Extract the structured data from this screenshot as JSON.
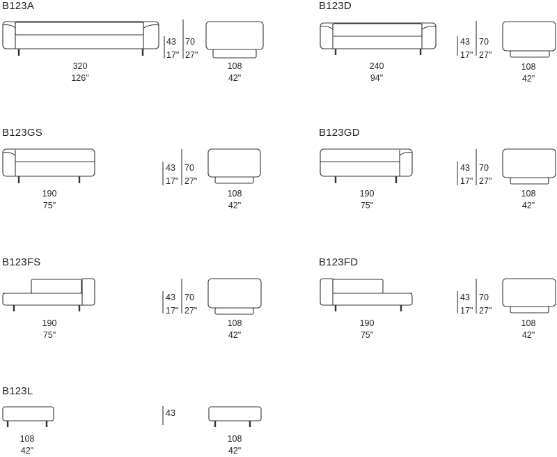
{
  "products": [
    {
      "code": "B123A",
      "width_cm": "320",
      "width_in": "126\"",
      "seat_cm": "43",
      "seat_in": "17\"",
      "height_cm": "70",
      "height_in": "27\"",
      "depth_cm": "108",
      "depth_in": "42\""
    },
    {
      "code": "B123D",
      "width_cm": "240",
      "width_in": "94\"",
      "seat_cm": "43",
      "seat_in": "17\"",
      "height_cm": "70",
      "height_in": "27\"",
      "depth_cm": "108",
      "depth_in": "42\""
    },
    {
      "code": "B123GS",
      "width_cm": "190",
      "width_in": "75\"",
      "seat_cm": "43",
      "seat_in": "17\"",
      "height_cm": "70",
      "height_in": "27\"",
      "depth_cm": "108",
      "depth_in": "42\""
    },
    {
      "code": "B123GD",
      "width_cm": "190",
      "width_in": "75\"",
      "seat_cm": "43",
      "seat_in": "17\"",
      "height_cm": "70",
      "height_in": "27\"",
      "depth_cm": "108",
      "depth_in": "42\""
    },
    {
      "code": "B123FS",
      "width_cm": "190",
      "width_in": "75\"",
      "seat_cm": "43",
      "seat_in": "17\"",
      "height_cm": "70",
      "height_in": "27\"",
      "depth_cm": "108",
      "depth_in": "42\""
    },
    {
      "code": "B123FD",
      "width_cm": "190",
      "width_in": "75\"",
      "seat_cm": "43",
      "seat_in": "17\"",
      "height_cm": "70",
      "height_in": "27\"",
      "depth_cm": "108",
      "depth_in": "42\""
    },
    {
      "code": "B123L",
      "width_cm": "108",
      "width_in": "42\"",
      "seat_cm": "43",
      "depth_cm": "108",
      "depth_in": "42\""
    }
  ],
  "colors": {
    "line": "#333333",
    "text": "#222222"
  }
}
